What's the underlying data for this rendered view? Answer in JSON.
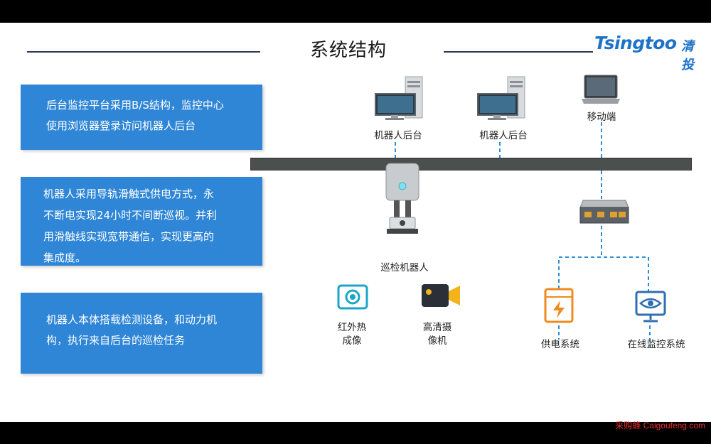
{
  "title": "系统结构",
  "logo": {
    "latin": "Tsingtoo",
    "cn": "清投"
  },
  "left_boxes": [
    {
      "lines": [
        "后台监控平台采用B/S结构，监控中心",
        "使用浏览器登录访问机器人后台"
      ]
    },
    {
      "lines": [
        "机器人采用导轨滑触式供电方式，永",
        "不断电实现24小时不间断巡视。并利",
        "用滑触线实现宽带通信，实现更高的",
        "集成度。"
      ]
    },
    {
      "lines": [
        "机器人本体搭载检测设备，和动力机",
        "构，执行来自后台的巡检任务"
      ]
    }
  ],
  "nodes": {
    "backend1": "机器人后台",
    "backend2": "机器人后台",
    "mobile": "移动端",
    "robot": "巡检机器人",
    "thermal": [
      "红外热",
      "成像"
    ],
    "camera": [
      "高清摄",
      "像机"
    ],
    "power": "供电系统",
    "monitor": "在线监控系统"
  },
  "footer": "采购蜂 Caigoufeng.com",
  "colors": {
    "accent": "#2f86d6",
    "line": "#2a8fd8",
    "bus": "#4b4f4e",
    "orange": "#f08a1e",
    "cyan": "#1aa6c9",
    "footer": "#e8322e"
  }
}
